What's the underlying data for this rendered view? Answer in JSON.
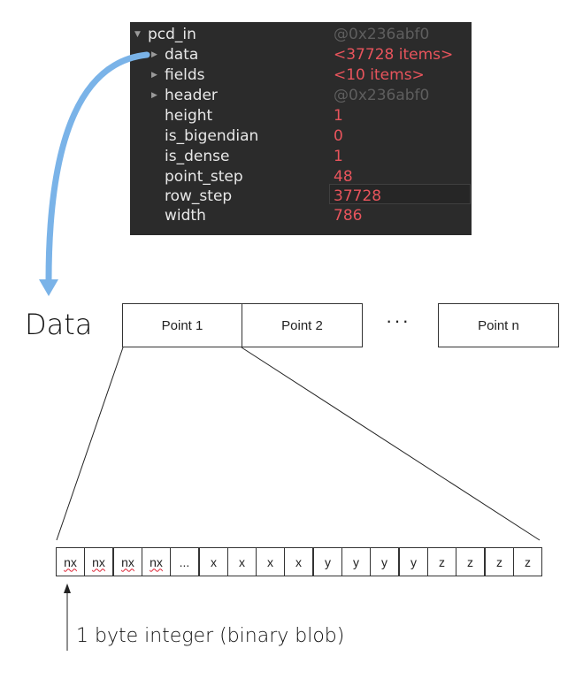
{
  "debugger": {
    "rows": [
      {
        "name": "pcd_in",
        "value": "@0x236abf0",
        "expander": "expanded",
        "value_color": "#5e5e5e"
      },
      {
        "name": "data",
        "value": "<37728 items>",
        "expander": "collapsed",
        "value_color": "#e8545c"
      },
      {
        "name": "fields",
        "value": "<10 items>",
        "expander": "collapsed",
        "value_color": "#e8545c"
      },
      {
        "name": "header",
        "value": "@0x236abf0",
        "expander": "collapsed",
        "value_color": "#5e5e5e"
      },
      {
        "name": "height",
        "value": "1",
        "value_color": "#e8545c"
      },
      {
        "name": "is_bigendian",
        "value": "0",
        "value_color": "#e8545c"
      },
      {
        "name": "is_dense",
        "value": "1",
        "value_color": "#e8545c"
      },
      {
        "name": "point_step",
        "value": "48",
        "value_color": "#e8545c"
      },
      {
        "name": "row_step",
        "value": "37728",
        "value_color": "#e8545c"
      },
      {
        "name": "width",
        "value": "786",
        "value_color": "#e8545c"
      }
    ]
  },
  "diagram": {
    "data_label": "Data",
    "points": [
      "Point 1",
      "Point 2",
      "Point n"
    ],
    "ellipsis": "···",
    "bytes": [
      "nx",
      "nx",
      "nx",
      "nx",
      "...",
      "x",
      "x",
      "x",
      "x",
      "y",
      "y",
      "y",
      "y",
      "z",
      "z",
      "z",
      "z"
    ],
    "byte_caption": "1 byte integer (binary blob)",
    "arrow_color": "#7ab3e8"
  }
}
